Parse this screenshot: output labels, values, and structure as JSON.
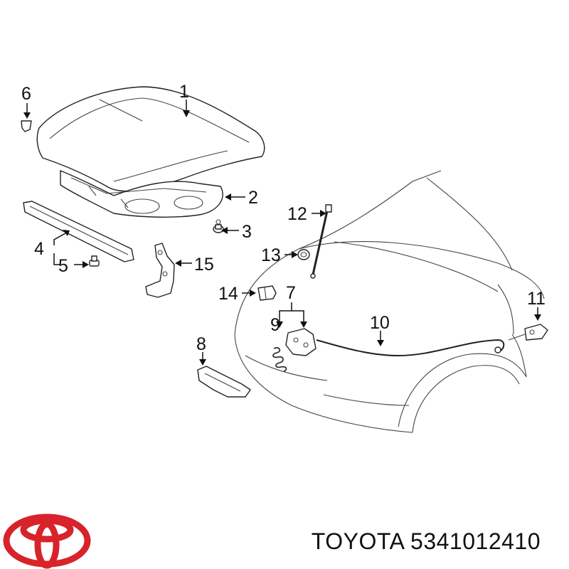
{
  "callouts": [
    "1",
    "2",
    "3",
    "4",
    "5",
    "6",
    "7",
    "8",
    "9",
    "10",
    "11",
    "12",
    "13",
    "14",
    "15"
  ],
  "footer": {
    "brand": "TOYOTA",
    "part_number": "5341012410"
  },
  "logo": {
    "name": "toyota-logo",
    "color": "#d8232a"
  }
}
